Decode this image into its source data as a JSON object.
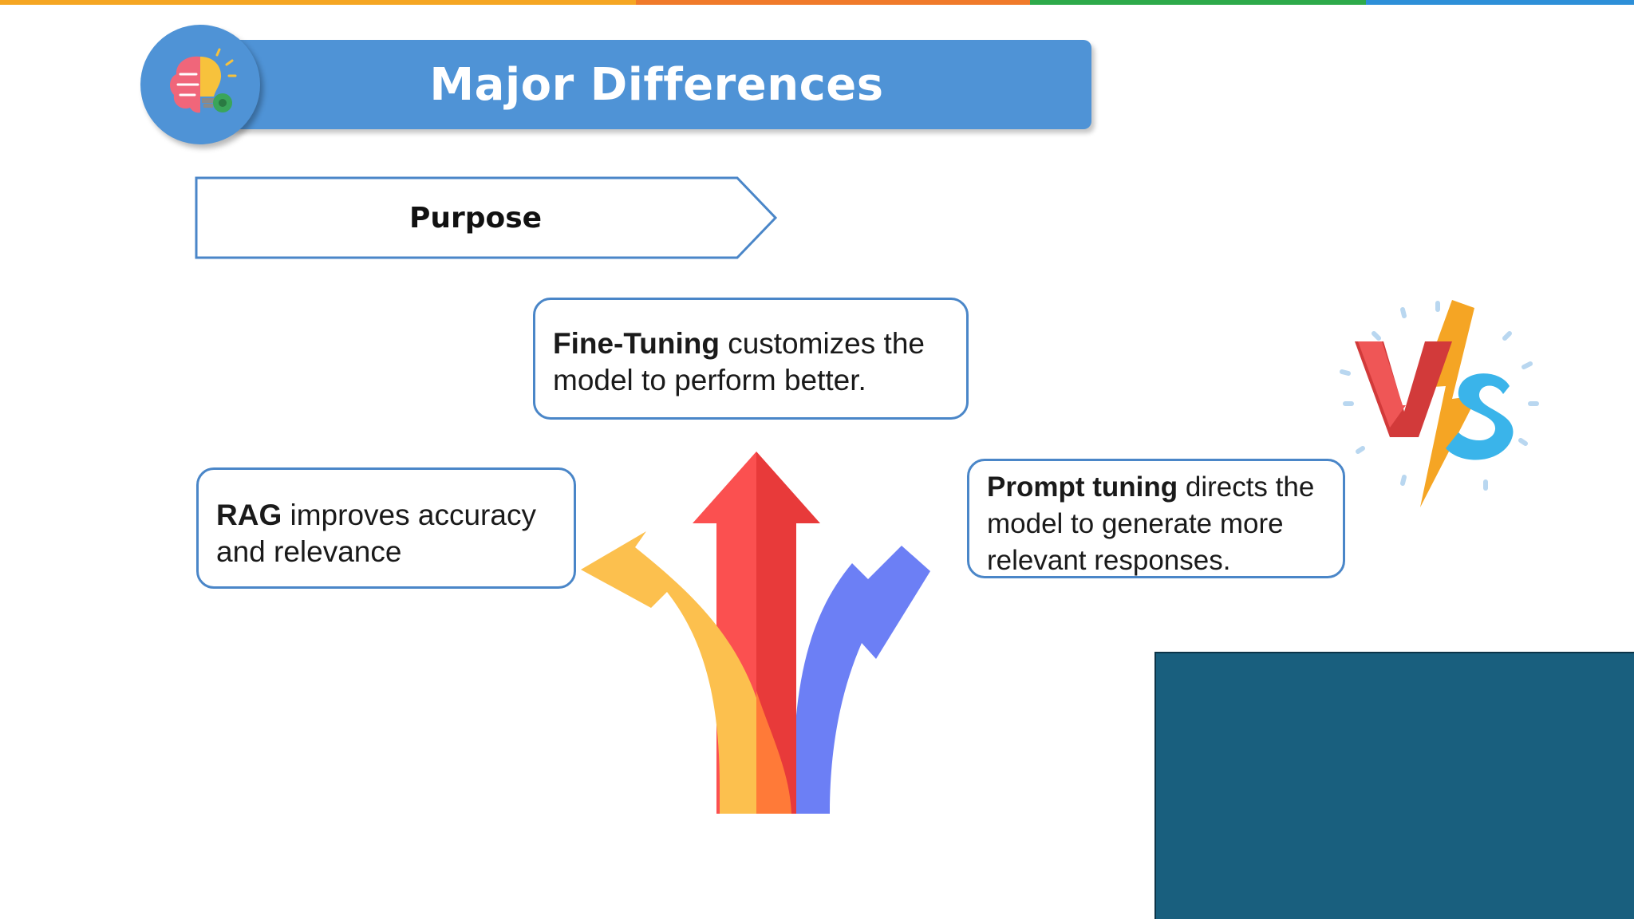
{
  "colors": {
    "stripe": [
      "#f5a623",
      "#f07a2a",
      "#2eaa4a",
      "#2d8fd8"
    ],
    "banner": "#4f93d6",
    "box_border": "#4a86c8",
    "panel": "#195f7e"
  },
  "header": {
    "title": "Major Differences",
    "logo_icon": "brain-lightbulb-icon"
  },
  "purpose": {
    "label": "Purpose"
  },
  "boxes": {
    "finetuning": {
      "bold": "Fine-Tuning",
      "text": " customizes the model to perform better."
    },
    "rag": {
      "bold": "RAG",
      "text": " improves accuracy and relevance"
    },
    "prompt": {
      "bold": "Prompt tuning",
      "text": " directs the model to generate more relevant responses."
    }
  },
  "graphics": {
    "arrows_icon": "three-way-arrows-icon",
    "vs_icon": "versus-icon"
  }
}
